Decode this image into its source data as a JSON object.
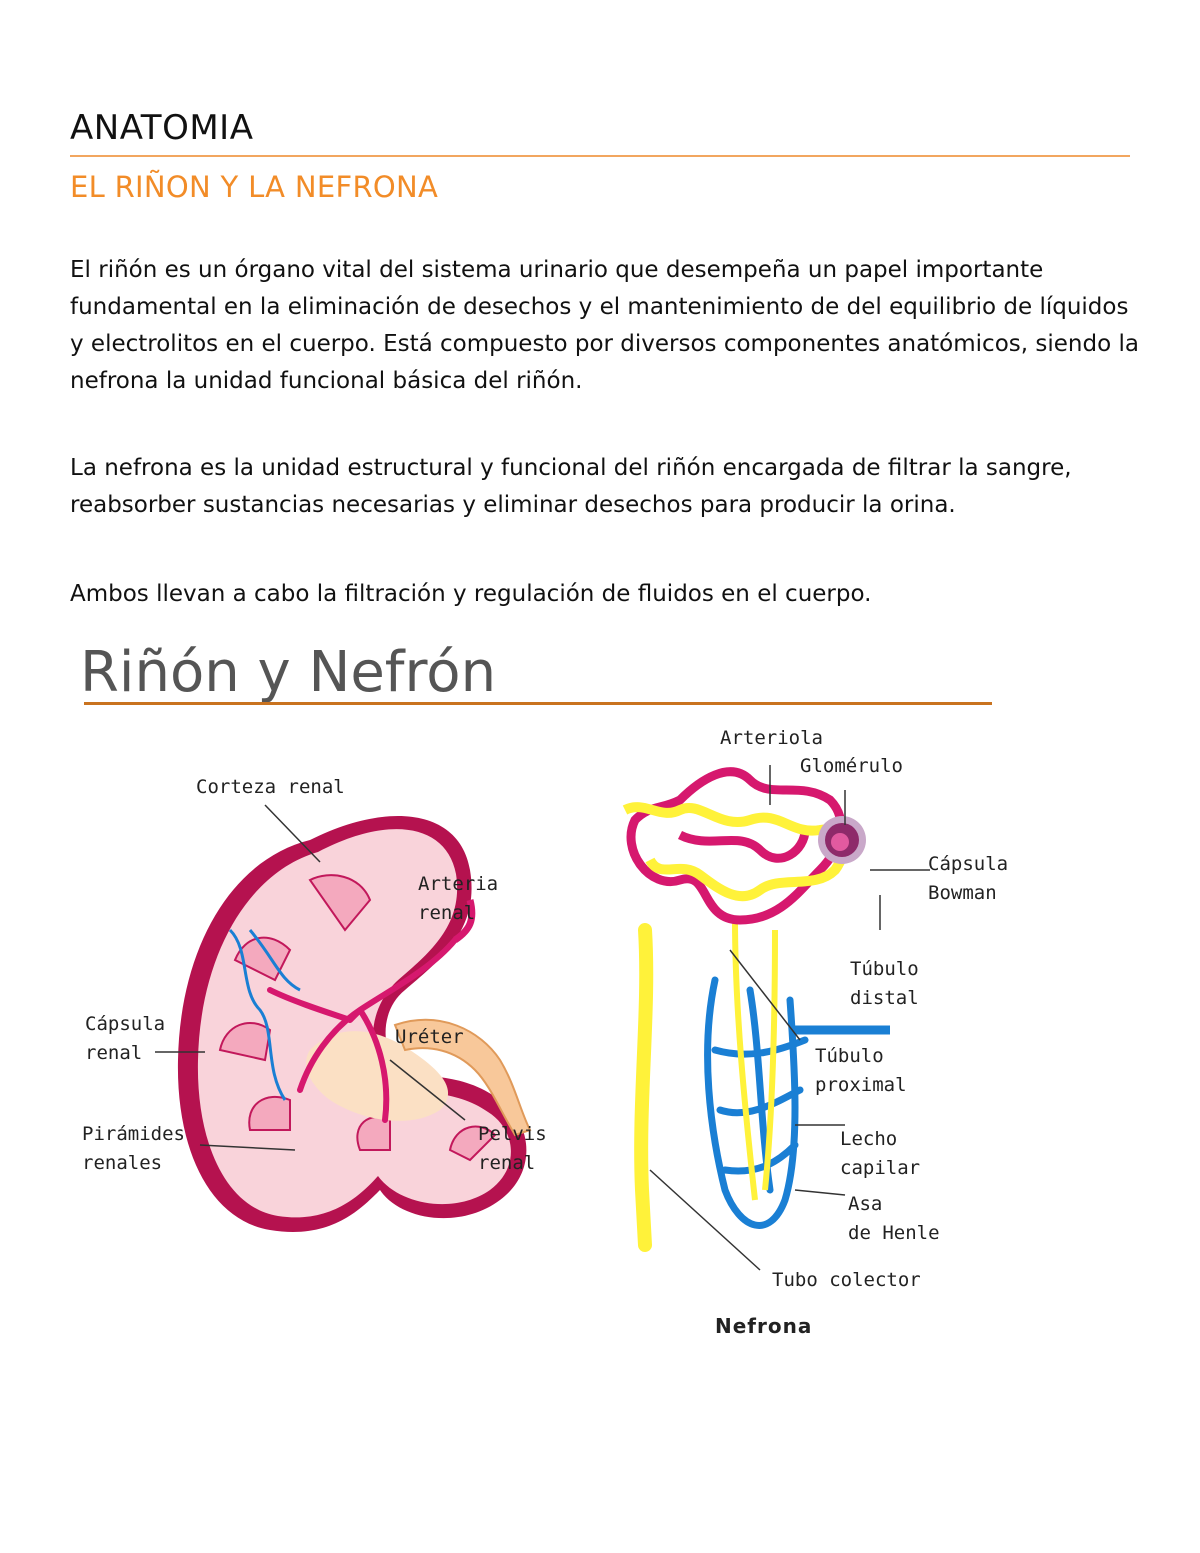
{
  "document": {
    "title": "ANATOMIA",
    "subtitle": "EL RIÑON Y LA NEFRONA",
    "paragraphs": [
      "El riñón es un órgano vital del sistema urinario que desempeña un papel importante fundamental en la eliminación de desechos y el mantenimiento de del equilibrio de líquidos y electrolitos en el cuerpo. Está compuesto por diversos componentes anatómicos, siendo la nefrona la unidad funcional básica del riñón.",
      "La nefrona es la unidad estructural y funcional del riñón encargada de filtrar la sangre, reabsorber sustancias necesarias y eliminar desechos para producir la orina.",
      "Ambos llevan a cabo la filtración y regulación de fluidos en el cuerpo."
    ]
  },
  "figure": {
    "title": "Riñón y Nefrón",
    "kidney_labels": {
      "corteza": "Corteza renal",
      "arteria": "Arteria\nrenal",
      "capsula": "Cápsula\nrenal",
      "ureter": "Uréter",
      "piramides": "Pirámides\nrenales",
      "pelvis": "Pelvis\nrenal"
    },
    "nephron_labels": {
      "arteriola": "Arteriola",
      "glomerulo": "Glomérulo",
      "capsula_bowman": "Cápsula\nBowman",
      "tubulo_distal": "Túbulo\ndistal",
      "tubulo_proximal": "Túbulo\nproximal",
      "lecho_capilar": "Lecho\ncapilar",
      "asa_henle": "Asa\nde Henle",
      "tubo_colector": "Tubo colector",
      "caption": "Nefrona"
    },
    "colors": {
      "accent_orange": "#f28c28",
      "capillary_magenta": "#d6186e",
      "tubule_yellow": "#fff23a",
      "vessel_blue": "#1a7fd4",
      "kidney_pink": "#f7c9d2"
    }
  }
}
